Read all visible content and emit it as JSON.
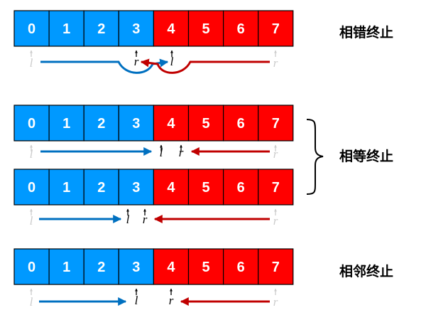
{
  "colors": {
    "left": "#0099ff",
    "right": "#ff0000",
    "left_arrow": "#0070c0",
    "right_arrow": "#c00000",
    "ghost": "#cccccc"
  },
  "cells": [
    "0",
    "1",
    "2",
    "3",
    "4",
    "5",
    "6",
    "7"
  ],
  "pointers": {
    "l": "l",
    "r": "r"
  },
  "captions": {
    "crossed": "相错终止",
    "equal": "相等终止",
    "adjacent": "相邻终止"
  },
  "rows": [
    {
      "name": "crossed",
      "split": 4,
      "l_index": 4,
      "r_index": 3
    },
    {
      "name": "equal-a",
      "split": 4,
      "l_index": 4,
      "r_index": 4
    },
    {
      "name": "equal-b",
      "split": 4,
      "l_index": 3,
      "r_index": 3
    },
    {
      "name": "adjacent",
      "split": 4,
      "l_index": 3,
      "r_index": 4
    }
  ]
}
